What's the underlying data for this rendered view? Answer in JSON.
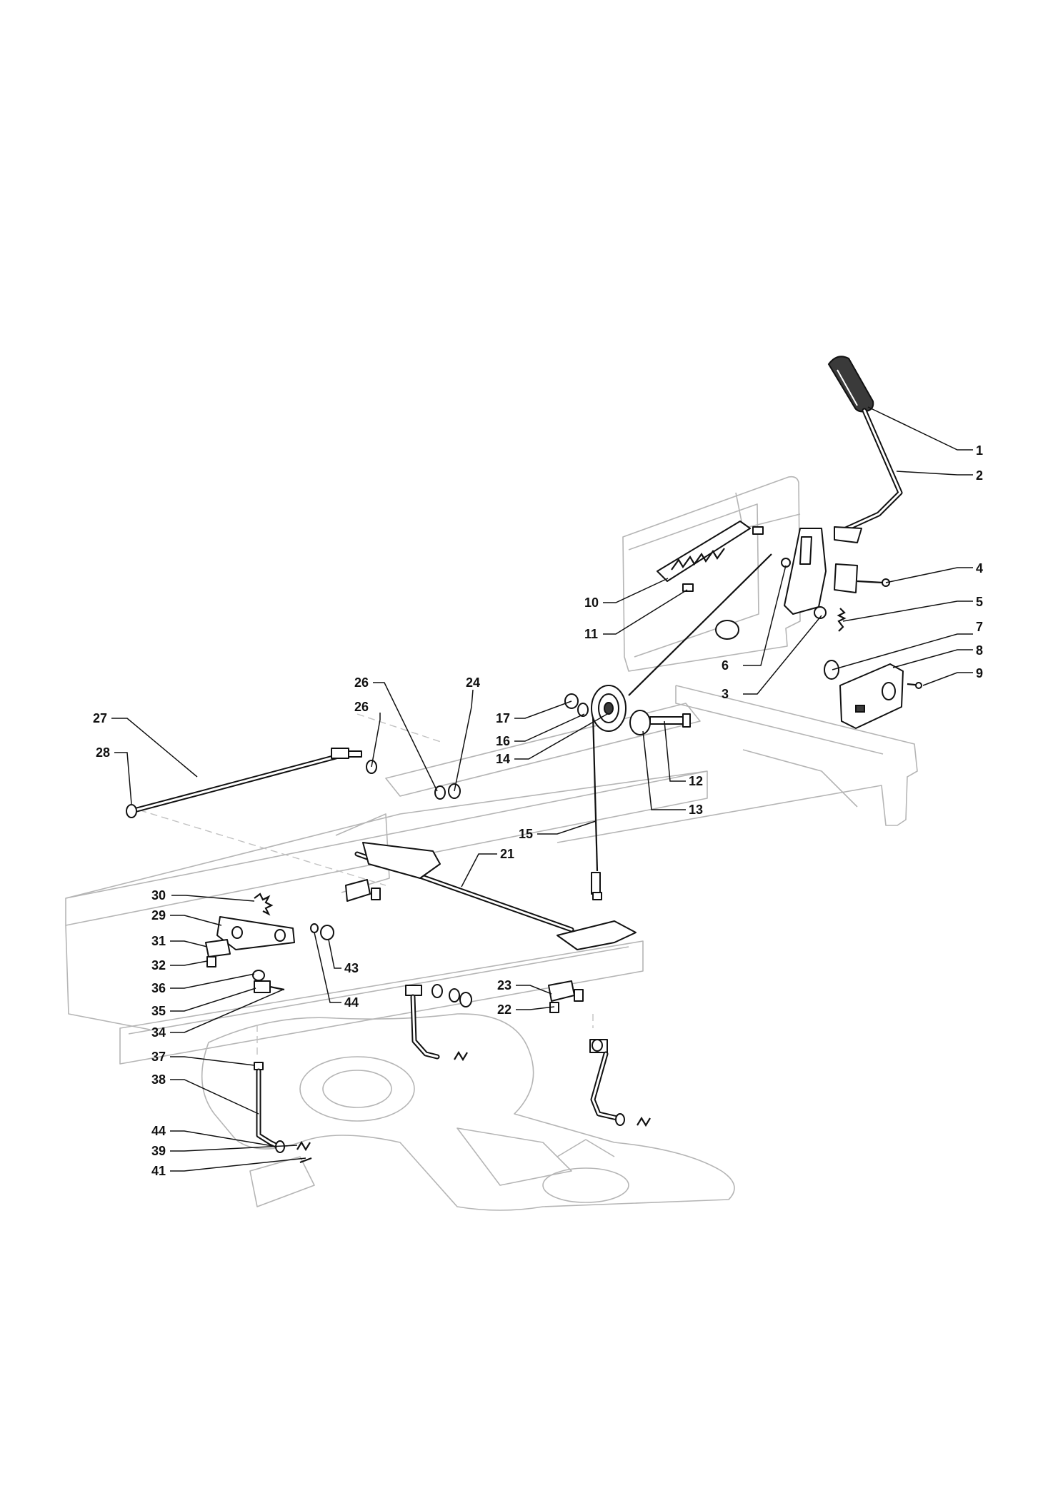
{
  "callouts": [
    {
      "id": "c1",
      "text": "1"
    },
    {
      "id": "c2",
      "text": "2"
    },
    {
      "id": "c3",
      "text": "3"
    },
    {
      "id": "c4",
      "text": "4"
    },
    {
      "id": "c5",
      "text": "5"
    },
    {
      "id": "c6",
      "text": "6"
    },
    {
      "id": "c7",
      "text": "7"
    },
    {
      "id": "c8",
      "text": "8"
    },
    {
      "id": "c9",
      "text": "9"
    },
    {
      "id": "c10",
      "text": "10"
    },
    {
      "id": "c11",
      "text": "11"
    },
    {
      "id": "c12",
      "text": "12"
    },
    {
      "id": "c13",
      "text": "13"
    },
    {
      "id": "c14",
      "text": "14"
    },
    {
      "id": "c15",
      "text": "15"
    },
    {
      "id": "c16",
      "text": "16"
    },
    {
      "id": "c17",
      "text": "17"
    },
    {
      "id": "c21",
      "text": "21"
    },
    {
      "id": "c22",
      "text": "22"
    },
    {
      "id": "c23",
      "text": "23"
    },
    {
      "id": "c24",
      "text": "24"
    },
    {
      "id": "c26a",
      "text": "26"
    },
    {
      "id": "c26b",
      "text": "26"
    },
    {
      "id": "c27",
      "text": "27"
    },
    {
      "id": "c28",
      "text": "28"
    },
    {
      "id": "c29",
      "text": "29"
    },
    {
      "id": "c30",
      "text": "30"
    },
    {
      "id": "c31",
      "text": "31"
    },
    {
      "id": "c32",
      "text": "32"
    },
    {
      "id": "c34",
      "text": "34"
    },
    {
      "id": "c35",
      "text": "35"
    },
    {
      "id": "c36",
      "text": "36"
    },
    {
      "id": "c37",
      "text": "37"
    },
    {
      "id": "c38",
      "text": "38"
    },
    {
      "id": "c39",
      "text": "39"
    },
    {
      "id": "c41",
      "text": "41"
    },
    {
      "id": "c43",
      "text": "43"
    },
    {
      "id": "c44a",
      "text": "44"
    },
    {
      "id": "c44b",
      "text": "44"
    }
  ]
}
